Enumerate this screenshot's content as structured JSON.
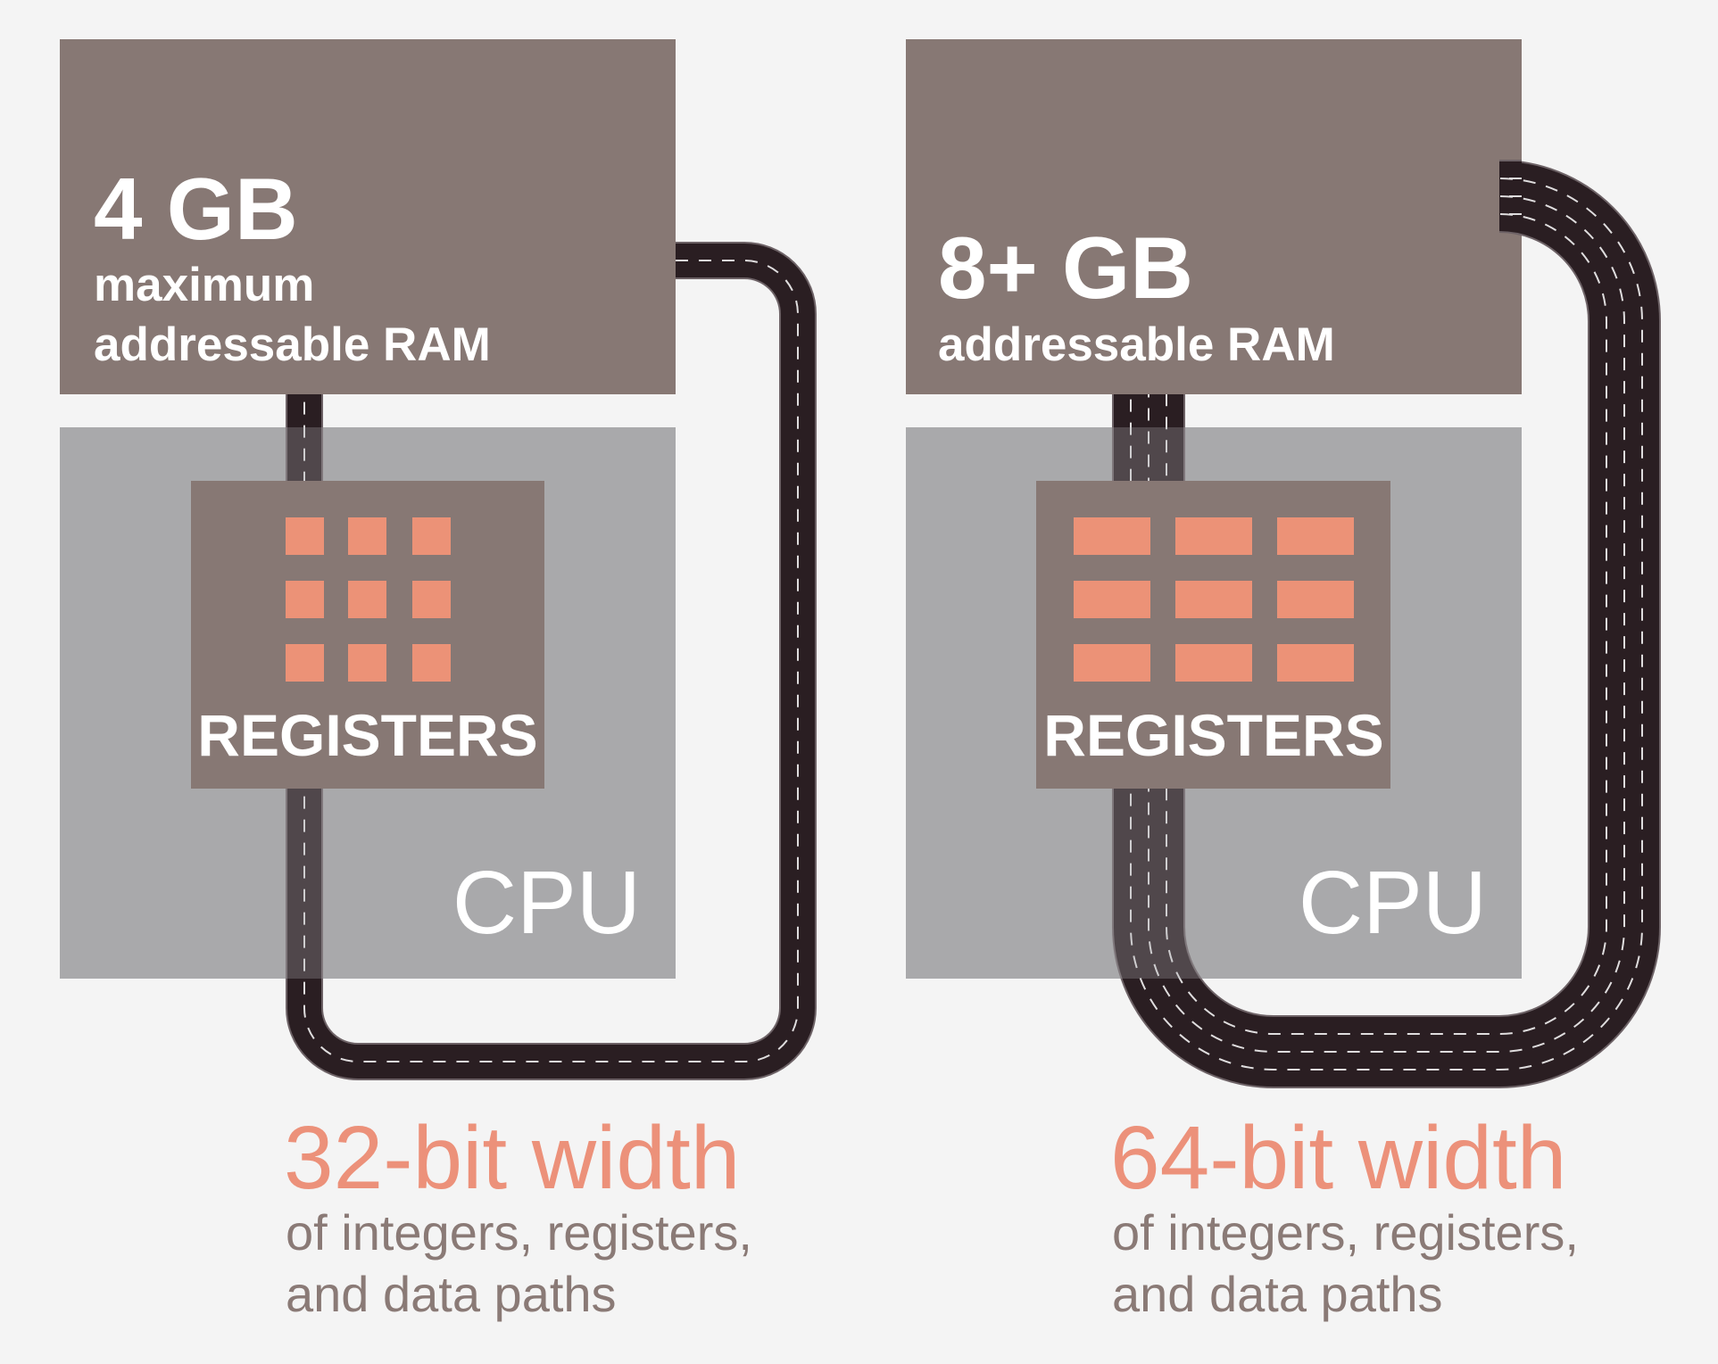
{
  "colors": {
    "background": "#f4f4f4",
    "ram": "#877874",
    "cpu": "#a9aaab",
    "register_cell": "#ec9277",
    "road": "#2a1e22",
    "lane_marking": "#ffffff",
    "width_title": "#ec917a",
    "width_caption": "#8a7a76"
  },
  "left": {
    "ram_size": "4 GB",
    "ram_line1": "maximum",
    "ram_line2": "addressable RAM",
    "registers_label": "REGISTERS",
    "cpu_label": "CPU",
    "width_title": "32-bit width",
    "caption_line1": "of integers, registers,",
    "caption_line2": "and data paths"
  },
  "right": {
    "ram_size": "8+ GB",
    "ram_line1": "addressable RAM",
    "registers_label": "REGISTERS",
    "cpu_label": "CPU",
    "width_title": "64-bit width",
    "caption_line1": "of integers, registers,",
    "caption_line2": "and data paths"
  }
}
